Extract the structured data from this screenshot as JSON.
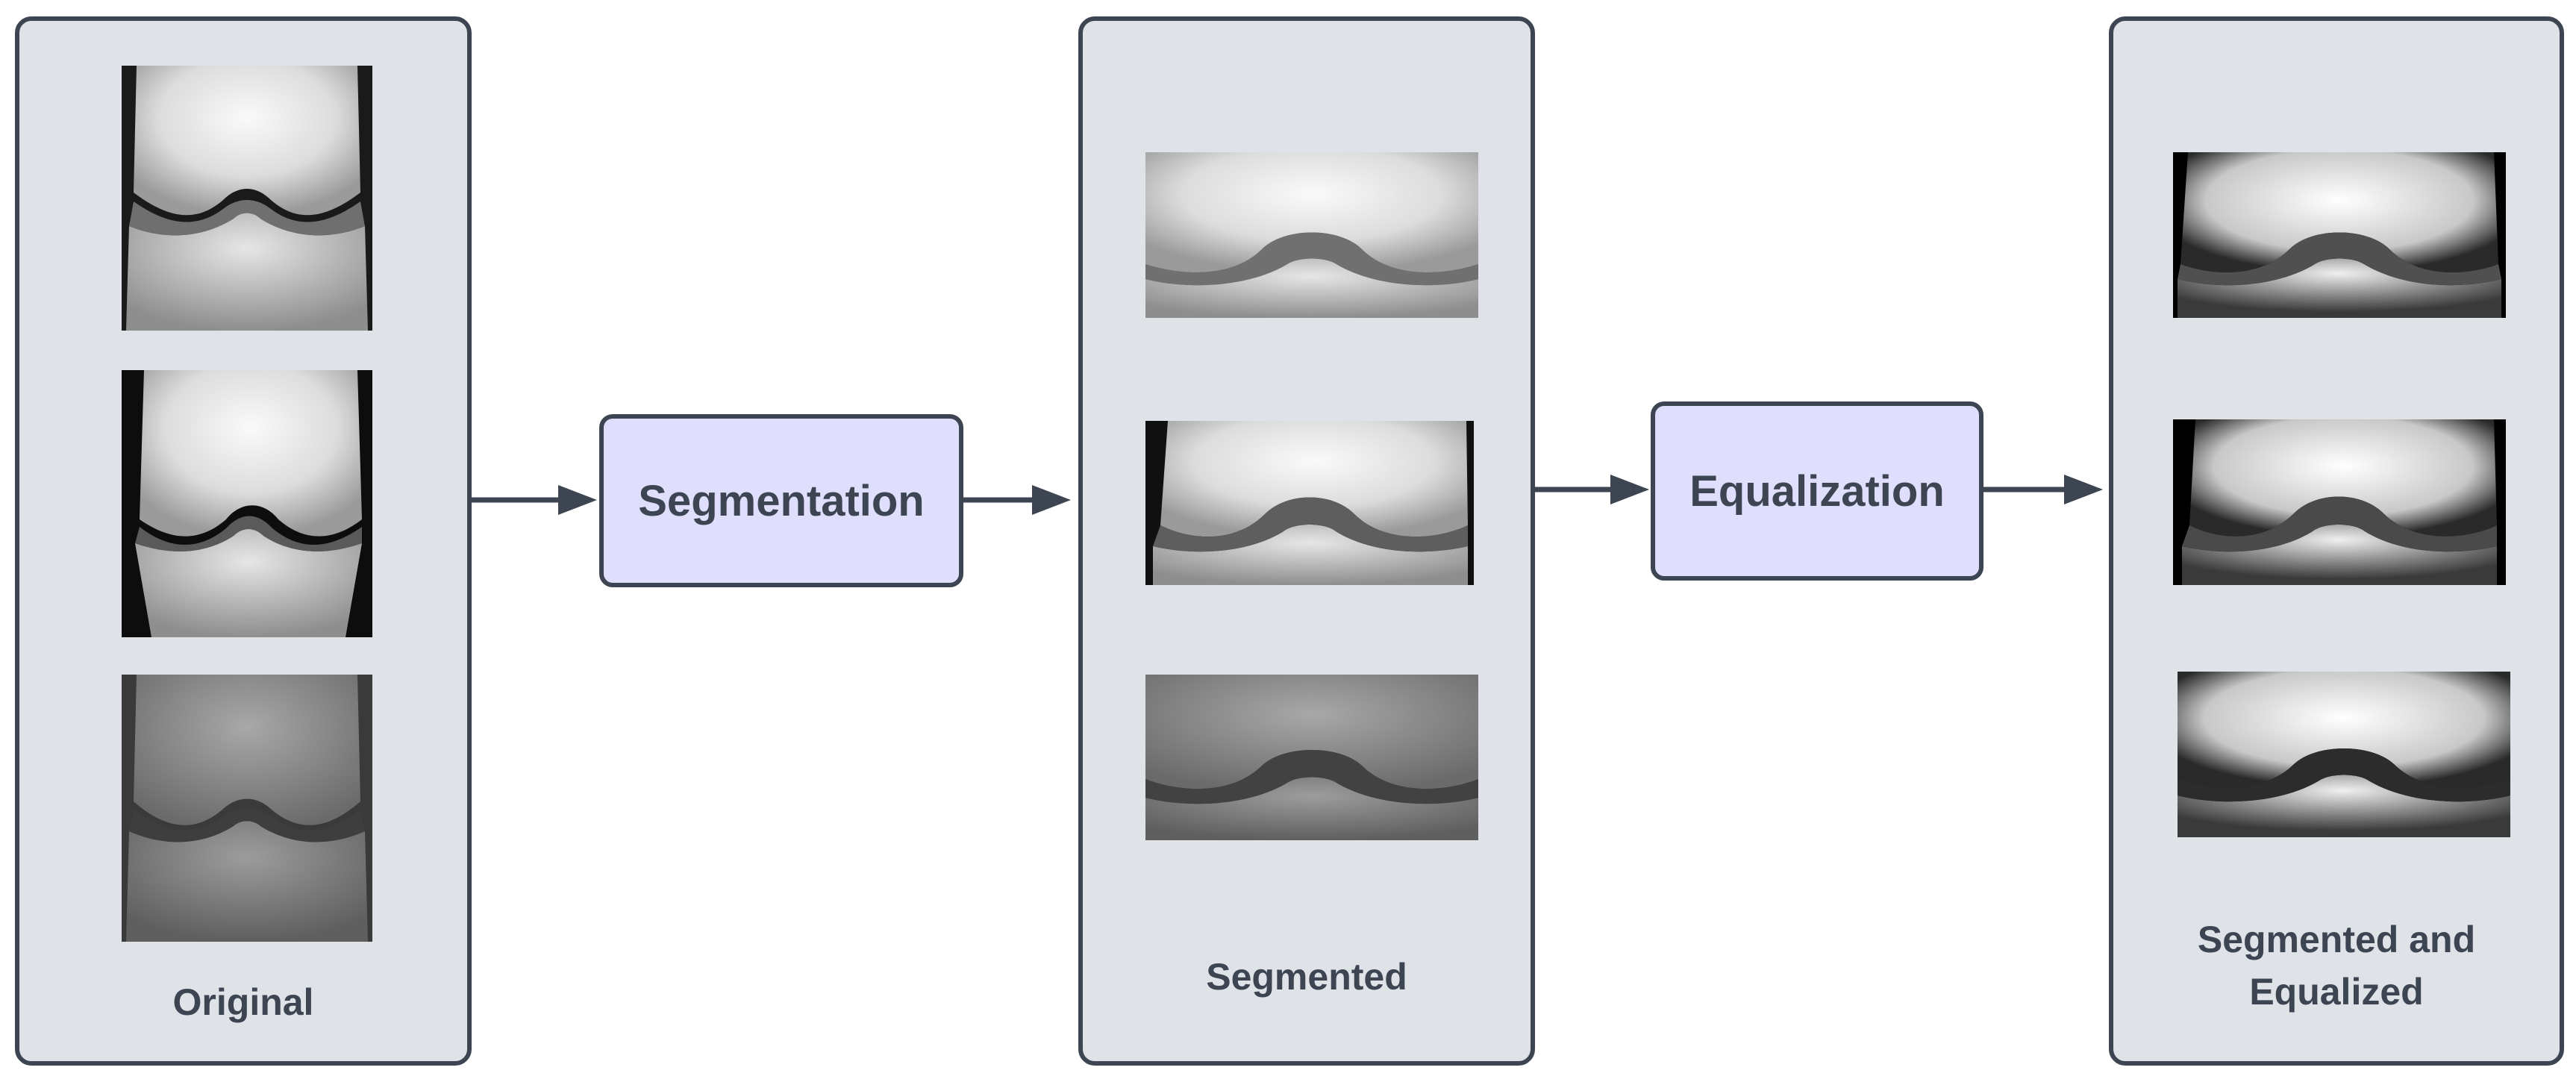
{
  "panels": {
    "original": {
      "label": "Original"
    },
    "segmented": {
      "label": "Segmented"
    },
    "equalized": {
      "label_line1": "Segmented and",
      "label_line2": "Equalized"
    }
  },
  "steps": {
    "segmentation": {
      "label": "Segmentation"
    },
    "equalization": {
      "label": "Equalization"
    }
  },
  "colors": {
    "panel_fill": "#dfe3e8",
    "stroke": "#3d4552",
    "process_fill": "#dfdffd"
  }
}
